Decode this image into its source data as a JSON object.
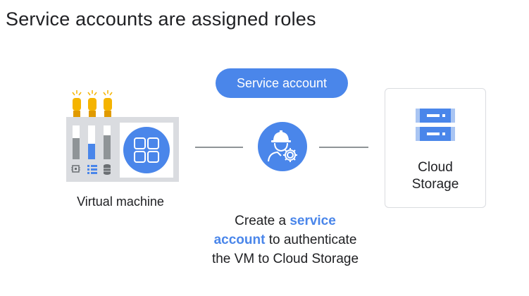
{
  "title": "Service accounts are assigned roles",
  "vm": {
    "caption": "Virtual machine",
    "icons": [
      "light-bulb-icon",
      "chip-icon",
      "network-list-icon",
      "database-icon",
      "grid-icon"
    ]
  },
  "service_account": {
    "label": "Service account",
    "icon": "worker-gear-icon",
    "caption_prefix": "Create a ",
    "caption_highlight_1": "service",
    "caption_highlight_2": "account",
    "caption_line_2_rest": " to authenticate",
    "caption_line_3": "the VM to Cloud Storage"
  },
  "storage": {
    "line1": "Cloud",
    "line2": "Storage",
    "icon": "storage-server-icon"
  },
  "colors": {
    "accent": "#4a86ea",
    "bulb": "#f5b400",
    "connector": "#8f9497",
    "text": "#202124"
  }
}
